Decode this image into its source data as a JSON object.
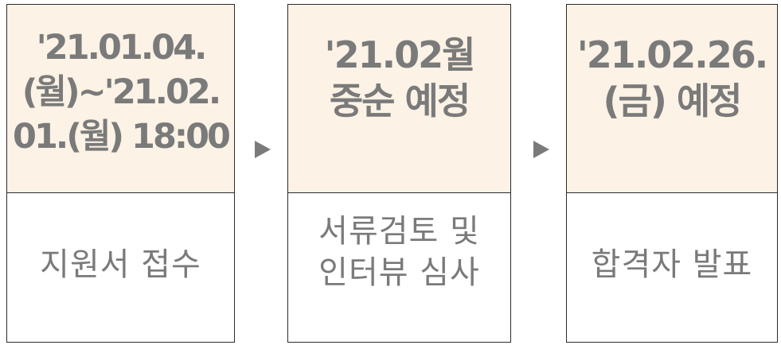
{
  "steps": [
    {
      "date": "'21.01.04.\n(월)~'21.02.\n01.(월) 18:00",
      "label": "지원서 접수"
    },
    {
      "date": "'21.02월\n중순 예정",
      "label": "서류검토 및\n인터뷰 심사"
    },
    {
      "date": "'21.02.26.\n(금) 예정",
      "label": "합격자 발표"
    }
  ],
  "colors": {
    "header_fill": "#fcf2e5",
    "text": "#7a7a7a",
    "border": "#2b2b2b",
    "arrow": "#7a7a7a"
  },
  "icons": {
    "connector": "triangle-right-icon"
  }
}
